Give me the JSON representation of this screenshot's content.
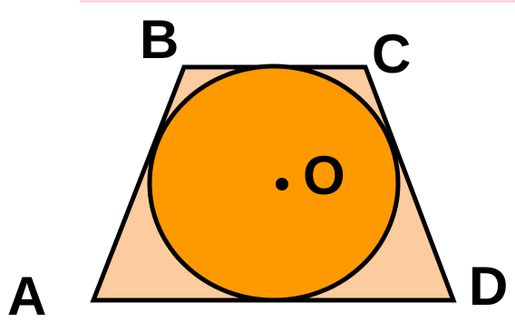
{
  "colors": {
    "background": "#ffffff",
    "trapezoid_fill": "#fccb9e",
    "circle_fill": "#ff9900",
    "stroke": "#000000",
    "top_rule": "#f2c6cf"
  },
  "figure": {
    "vertices": {
      "A": "A",
      "B": "B",
      "C": "C",
      "D": "D"
    },
    "center_label": "O"
  }
}
